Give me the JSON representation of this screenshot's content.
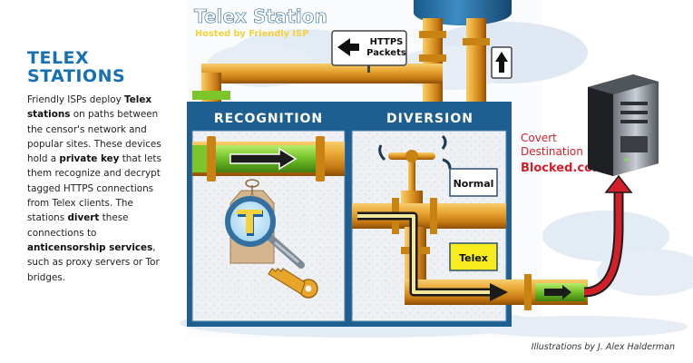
{
  "sidebar": {
    "title_line1": "TELEX",
    "title_line2": "STATIONS",
    "body": [
      {
        "t": "Friendly ISPs deploy ",
        "b": false
      },
      {
        "t": "Telex stations",
        "b": true
      },
      {
        "t": " on paths between the censor's network and popular sites. These devices hold a ",
        "b": false
      },
      {
        "t": "private key",
        "b": true
      },
      {
        "t": " that lets them recognize and decrypt tagged HTTPS connections from Telex clients. The stations ",
        "b": false
      },
      {
        "t": "divert",
        "b": true
      },
      {
        "t": " these connections to ",
        "b": false
      },
      {
        "t": "anticensorship services",
        "b": true
      },
      {
        "t": ", such as proxy servers or Tor bridges.",
        "b": false
      }
    ]
  },
  "scene": {
    "title": "Telex Station",
    "subtitle": "Hosted by Friendly ISP",
    "sign_line1": "HTTPS",
    "sign_line2": "Packets",
    "panel_recognition": "RECOGNITION",
    "panel_diversion": "DIVERSION",
    "normal_label": "Normal",
    "telex_label": "Telex",
    "tag_letter": "T",
    "covert_line1": "Covert",
    "covert_line2": "Destination",
    "blocked": "Blocked.com",
    "colors": {
      "box": "#1e5f92",
      "pipe": "#d8901e",
      "green": "#7cc62c",
      "red": "#d31f2a",
      "title": "#ffffff",
      "subtitle": "#f3d23a",
      "telex_box": "#f6ec1e"
    }
  },
  "credit": "Illustrations by J. Alex Halderman"
}
